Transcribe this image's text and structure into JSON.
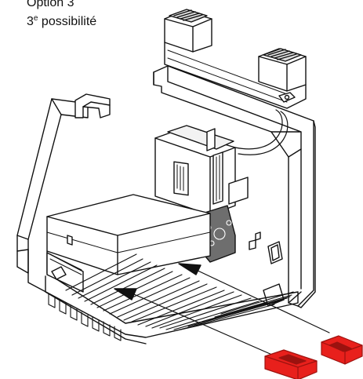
{
  "caption": {
    "line1": "Option 3",
    "line2_number": "3",
    "line2_superscript": "e",
    "line2_text": " possibilité"
  },
  "colors": {
    "stroke": "#111111",
    "background": "#ffffff",
    "highlight_block": "#6e6e6e",
    "light_grey": "#e8e8e8",
    "insert_red": "#e8201c",
    "insert_red_dark": "#9c120f"
  },
  "parts": {
    "arrows": {
      "count": 2,
      "direction": "insert-into-slots"
    },
    "inserts": {
      "count": 2,
      "color_name": "red"
    }
  }
}
